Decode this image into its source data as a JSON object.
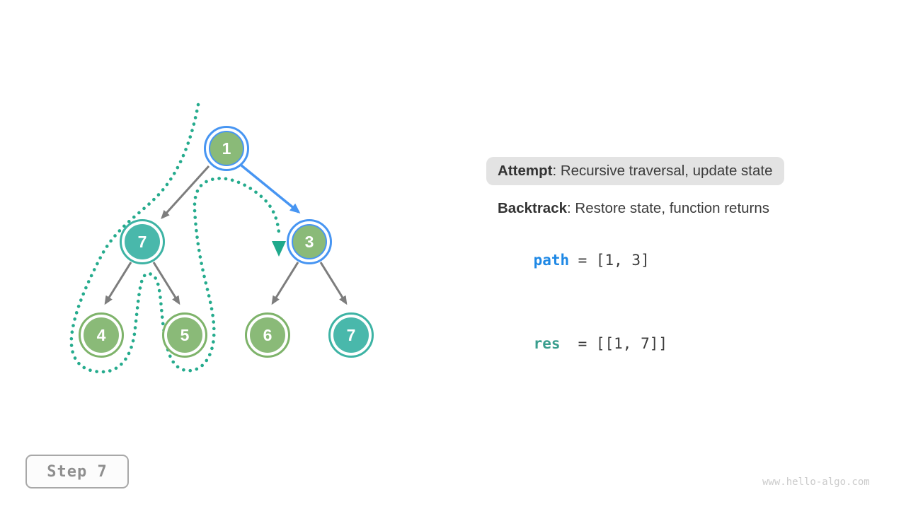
{
  "tree": {
    "nodes": [
      {
        "label": "1",
        "variant": "green-fill-blue-ring"
      },
      {
        "label": "7",
        "variant": "teal-fill-teal-ring"
      },
      {
        "label": "3",
        "variant": "green-fill-blue-ring"
      },
      {
        "label": "4",
        "variant": "green-fill-green-ring"
      },
      {
        "label": "5",
        "variant": "green-fill-green-ring"
      },
      {
        "label": "6",
        "variant": "green-fill-green-ring"
      },
      {
        "label": "7",
        "variant": "teal-fill-teal-ring"
      }
    ]
  },
  "legend": {
    "attempt_term": "Attempt",
    "attempt_desc": ": Recursive traversal, update state",
    "backtrack_term": "Backtrack",
    "backtrack_desc": ": Restore state, function returns"
  },
  "variables": {
    "path_name": "path",
    "path_value": "= [1, 3]",
    "res_name": "res",
    "res_value": "= [[1, 7]]"
  },
  "step_indicator": {
    "label": "Step 7"
  },
  "watermark": "www.hello-algo.com",
  "colors": {
    "node_green": "#8aba78",
    "node_green_ring": "#7eb36a",
    "node_teal": "#49b8ab",
    "node_teal_ring": "#3db3a4",
    "active_blue": "#4795f2",
    "traversal_dot_teal": "#25ab8d",
    "edge_gray": "#7d7d7d",
    "code_blue": "#1e88e5",
    "code_teal": "#3a9e8e",
    "attempt_highlight_bg": "#e3e3e3",
    "text_dark": "#3b3b3b",
    "step_text_gray": "#8f8f8f",
    "watermark_gray": "#cbcbcb"
  }
}
